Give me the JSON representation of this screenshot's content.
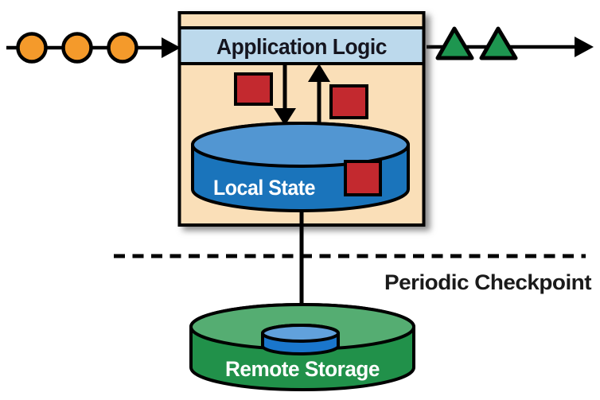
{
  "diagram": {
    "background": "#FFFFFF",
    "outline_color": "#000000",
    "nodes": {
      "operator_box": {
        "fill": "#FADFB8"
      },
      "application_logic": {
        "label": "Application Logic",
        "fill": "#BCD9EC",
        "text_color": "#15151F"
      },
      "local_state": {
        "label": "Local State",
        "fill_top": "#5296D2",
        "fill_body": "#1A74BB",
        "text_color": "#FFFFFF"
      },
      "remote_storage": {
        "label": "Remote Storage",
        "fill_top": "#55AD72",
        "fill_body": "#21914A",
        "text_color": "#FFFFFF"
      },
      "checkpoint_copy": {
        "fill_top": "#61A1DC",
        "fill_body": "#1A76CC"
      }
    },
    "annotations": {
      "periodic_checkpoint": {
        "label": "Periodic Checkpoint",
        "text_color": "#1A1A1A"
      }
    },
    "input_stream": {
      "event_shape": "circle",
      "event_count": 3,
      "event_color": "#F49A2B"
    },
    "output_stream": {
      "event_shape": "triangle",
      "event_count": 2,
      "event_color": "#1E9650"
    },
    "state_records": {
      "shape": "square",
      "count": 3,
      "color": "#C3292F"
    }
  }
}
